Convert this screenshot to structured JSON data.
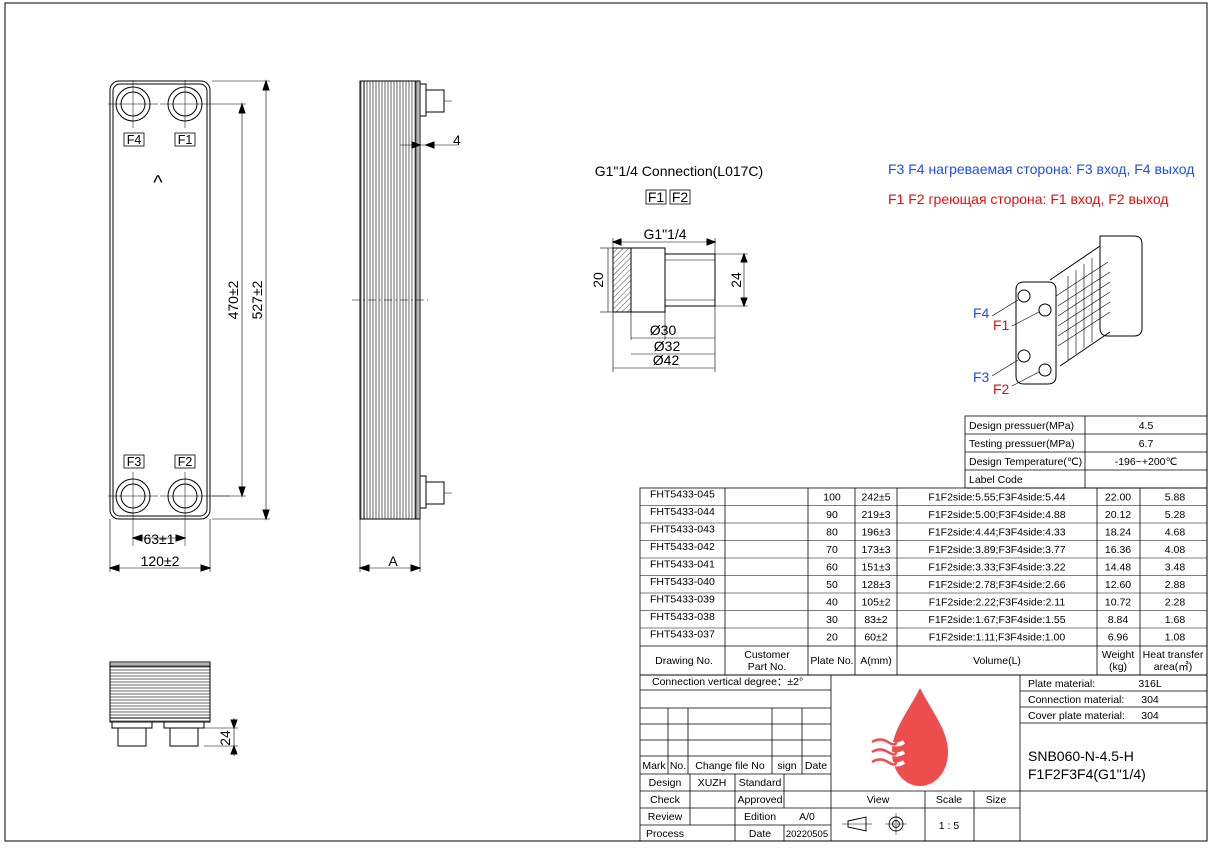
{
  "front_view": {
    "f4": "F4",
    "f1": "F1",
    "f3": "F3",
    "f2": "F2",
    "arrow": "^",
    "dim_470": "470±2",
    "dim_527": "527±2",
    "dim_63": "63±1",
    "dim_120": "120±2"
  },
  "side_view": {
    "dim_4": "4",
    "dim_a": "A"
  },
  "bottom_view": {
    "dim_24": "24"
  },
  "connection": {
    "title": "G1\"1/4 Connection(L017C)",
    "tag_f1": "F1",
    "tag_f2": "F2",
    "thread": "G1\"1/4",
    "d20": "20",
    "d24": "24",
    "d30": "Ø30",
    "d32": "Ø32",
    "d42": "Ø42"
  },
  "notes": {
    "blue": "F3 F4 нагреваемая сторона: F3  вход, F4 выход",
    "red": "F1 F2 греющая сторона: F1  вход, F2 выход",
    "blue_color": "#1f4fe0",
    "red_color": "#e01010"
  },
  "iso_labels": {
    "f4": "F4",
    "f1": "F1",
    "f3": "F3",
    "f2": "F2"
  },
  "specs": [
    {
      "label": "Design pressuer(MPa)",
      "value": "4.5"
    },
    {
      "label": "Testing pressuer(MPa)",
      "value": "6.7"
    },
    {
      "label": "Design Temperature(℃)",
      "value": "-196~+200℃"
    },
    {
      "label": "Label Code",
      "value": ""
    }
  ],
  "models": [
    {
      "no": "FHT5433-045",
      "part": "",
      "plates": "100",
      "a": "242±5",
      "volume": "F1F2side:5.55;F3F4side:5.44",
      "weight": "22.00",
      "area": "5.88"
    },
    {
      "no": "FHT5433-044",
      "part": "",
      "plates": "90",
      "a": "219±3",
      "volume": "F1F2side:5.00;F3F4side:4.88",
      "weight": "20.12",
      "area": "5.28"
    },
    {
      "no": "FHT5433-043",
      "part": "",
      "plates": "80",
      "a": "196±3",
      "volume": "F1F2side:4.44;F3F4side:4.33",
      "weight": "18.24",
      "area": "4.68"
    },
    {
      "no": "FHT5433-042",
      "part": "",
      "plates": "70",
      "a": "173±3",
      "volume": "F1F2side:3.89;F3F4side:3.77",
      "weight": "16.36",
      "area": "4.08"
    },
    {
      "no": "FHT5433-041",
      "part": "",
      "plates": "60",
      "a": "151±3",
      "volume": "F1F2side:3.33;F3F4side:3.22",
      "weight": "14.48",
      "area": "3.48"
    },
    {
      "no": "FHT5433-040",
      "part": "",
      "plates": "50",
      "a": "128±3",
      "volume": "F1F2side:2.78;F3F4side:2.66",
      "weight": "12.60",
      "area": "2.88"
    },
    {
      "no": "FHT5433-039",
      "part": "",
      "plates": "40",
      "a": "105±2",
      "volume": "F1F2side:2.22;F3F4side:2.11",
      "weight": "10.72",
      "area": "2.28"
    },
    {
      "no": "FHT5433-038",
      "part": "",
      "plates": "30",
      "a": "83±2",
      "volume": "F1F2side:1.67;F3F4side:1.55",
      "weight": "8.84",
      "area": "1.68"
    },
    {
      "no": "FHT5433-037",
      "part": "",
      "plates": "20",
      "a": "60±2",
      "volume": "F1F2side:1.11;F3F4side:1.00",
      "weight": "6.96",
      "area": "1.08"
    }
  ],
  "model_headers": {
    "no": "Drawing No.",
    "part1": "Customer",
    "part2": "Part No.",
    "plates": "Plate No.",
    "a": "A(mm)",
    "volume": "Volume(L)",
    "weight1": "Weight",
    "weight2": "(kg)",
    "area1": "Heat transfer",
    "area2": "area(㎡)"
  },
  "title_block": {
    "conn_degree": "Connection vertical degree：±2°",
    "mark": "Mark",
    "no": "No.",
    "change": "Change file No",
    "sign": "sign",
    "date": "Date",
    "design": "Design",
    "designer": "XUZH",
    "standard": "Standard",
    "check": "Check",
    "approved": "Approved",
    "review": "Review",
    "edition": "Edition",
    "edition_val": "A/0",
    "process": "Process",
    "date_label": "Date",
    "date_val": "20220505",
    "view": "View",
    "scale": "Scale",
    "size": "Size",
    "scale_val": "1 : 5",
    "plate_mat": "Plate material:",
    "plate_mat_val": "316L",
    "conn_mat": "Connection material:",
    "conn_mat_val": "304",
    "cover_mat": "Cover plate material:",
    "cover_mat_val": "304",
    "model1": "SNB060-N-4.5-H",
    "model2": "F1F2F3F4(G1\"1/4)",
    "logo_color": "#ee4d4d"
  }
}
